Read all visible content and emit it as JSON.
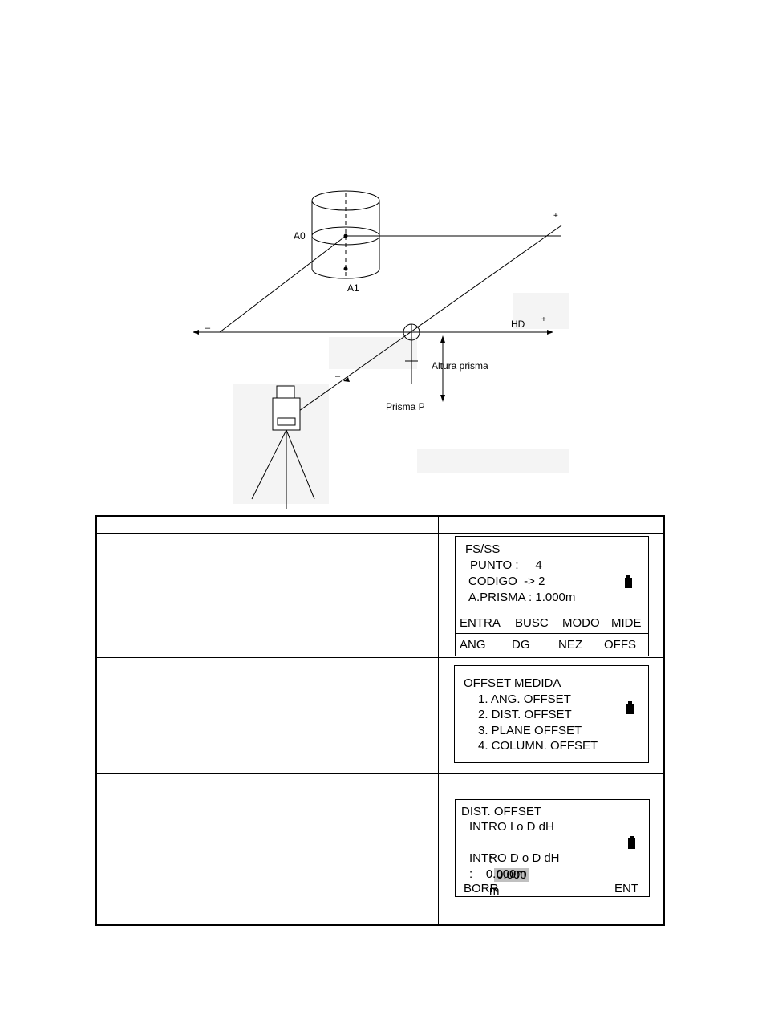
{
  "diagram": {
    "labels": {
      "a0": "A0",
      "a1": "A1",
      "hd": "HD",
      "altura_prisma": "Altura prisma",
      "prisma_p": "Prisma P",
      "minus_left": "–",
      "plus_right": "+",
      "plus_top": "+",
      "minus_diag": "–"
    }
  },
  "screens": {
    "fs_ss": {
      "title": "FS/SS",
      "punto": "PUNTO :     4",
      "codigo": "CODIGO  -> 2",
      "aprisma": "A.PRISMA : 1.000m",
      "keys_row1": [
        "ENTRA",
        "BUSC",
        "MODO",
        "MIDE"
      ],
      "keys_row2": [
        "ANG",
        "DG",
        "NEZ",
        "OFFS"
      ]
    },
    "offset_medida": {
      "title": "OFFSET MEDIDA",
      "items": [
        "1. ANG. OFFSET",
        "2. DIST. OFFSET",
        "3. PLANE OFFSET",
        "4. COLUMN. OFFSET"
      ]
    },
    "dist_offset": {
      "title": "DIST. OFFSET",
      "line1": "INTRO I o D dH",
      "prefix1": ":",
      "value1": "0.000",
      "unit1": "m",
      "line2": "INTRO D o D dH",
      "line3": ":    0.000m",
      "key_left": "BORR",
      "key_right": "ENT"
    }
  }
}
